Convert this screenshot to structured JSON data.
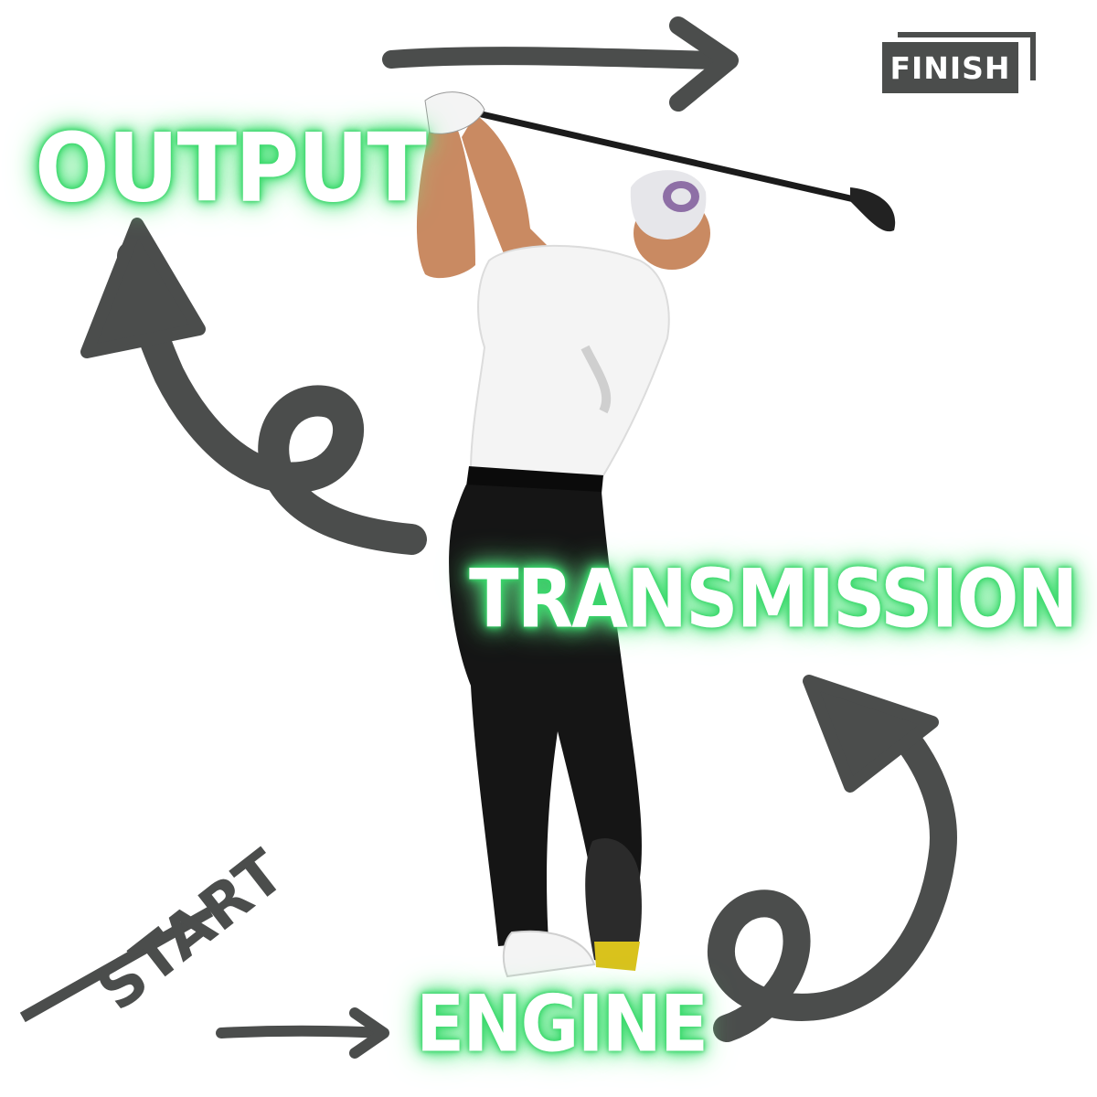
{
  "labels": {
    "output": "OUTPUT",
    "transmission": "TRANSMISSION",
    "engine": "ENGINE",
    "finish": "FINISH",
    "start": "START"
  },
  "colors": {
    "arrow": "#4b4d4c",
    "glow": "#38d86a",
    "label_text": "#ffffff",
    "shirt": "#f4f4f4",
    "pants": "#151515",
    "skin": "#c98a62",
    "cap": "#e6e6ea",
    "cap_logo": "#8e6fa6",
    "shoe_sole": "#d9c21c"
  },
  "icons": [
    "golfer-illustration",
    "arrow-right",
    "curly-arrow-up",
    "curly-arrow-up-left"
  ]
}
